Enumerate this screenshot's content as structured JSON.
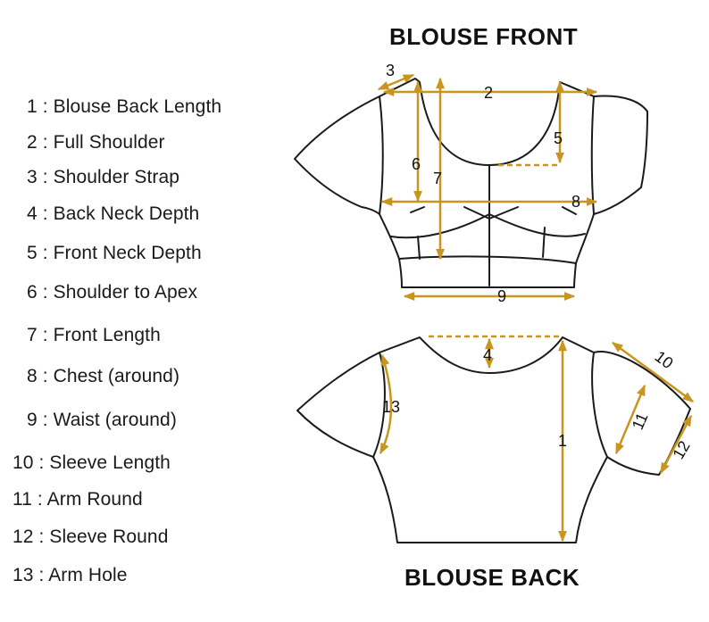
{
  "titles": {
    "front": "BLOUSE FRONT",
    "back": "BLOUSE BACK"
  },
  "legend": [
    "1 : Blouse Back Length",
    "2 : Full Shoulder",
    "3 : Shoulder Strap",
    "4 : Back Neck Depth",
    "5 : Front Neck Depth",
    "6 : Shoulder to Apex",
    "7 : Front Length",
    "8 : Chest (around)",
    "9 : Waist (around)",
    "10 : Sleeve Length",
    "11 : Arm Round",
    "12 : Sleeve Round",
    "13 : Arm Hole"
  ],
  "labels": {
    "n1": "1",
    "n2": "2",
    "n3": "3",
    "n4": "4",
    "n5": "5",
    "n6": "6",
    "n7": "7",
    "n8": "8",
    "n9": "9",
    "n10": "10",
    "n11": "11",
    "n12": "12",
    "n13": "13"
  },
  "colors": {
    "outline": "#1a1a1a",
    "measure": "#c8961e"
  }
}
